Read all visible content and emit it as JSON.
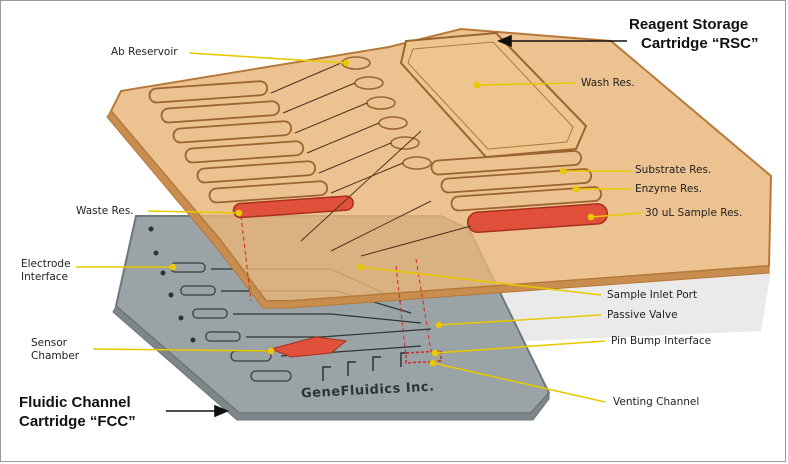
{
  "titles": {
    "rsc_line1": "Reagent Storage",
    "rsc_line2": "Cartridge “RSC”",
    "fcc_line1": "Fluidic Channel",
    "fcc_line2": "Cartridge “FCC”"
  },
  "brand": "GeneFluidics Inc.",
  "labels": {
    "ab_reservoir": "Ab Reservoir",
    "wash_res": "Wash Res.",
    "substrate_res": "Substrate Res.",
    "enzyme_res": "Enzyme Res.",
    "sample_res": "30 uL Sample Res.",
    "waste_res": "Waste Res.",
    "electrode_interface_1": "Electrode",
    "electrode_interface_2": "Interface",
    "sample_inlet_port": "Sample Inlet Port",
    "passive_valve": "Passive Valve",
    "pin_bump_interface": "Pin Bump Interface",
    "sensor_chamber_1": "Sensor",
    "sensor_chamber_2": "Chamber",
    "venting_channel": "Venting Channel"
  },
  "colors": {
    "rsc_body": "#e8b477",
    "rsc_edge": "#b5793a",
    "fcc_body": "#9aa3a6",
    "fcc_edge": "#6e777a",
    "reservoir_red": "#e0503a",
    "leader_yellow": "#e8c800",
    "arrow_black": "#111111"
  }
}
